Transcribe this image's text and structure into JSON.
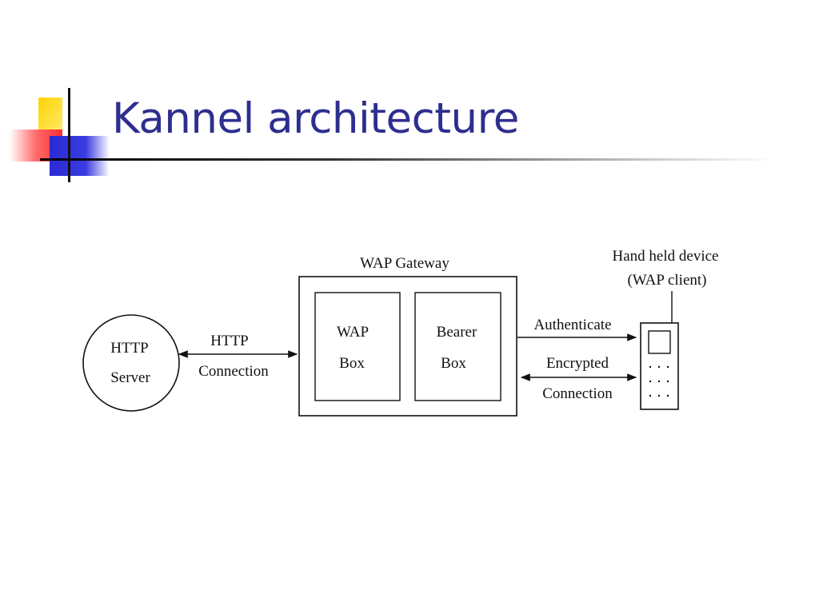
{
  "slide": {
    "title": "Kannel architecture"
  },
  "diagram": {
    "http_server": {
      "line1": "HTTP",
      "line2": "Server"
    },
    "http_connection": {
      "line1": "HTTP",
      "line2": "Connection"
    },
    "wap_gateway": {
      "label": "WAP Gateway"
    },
    "wap_box": {
      "line1": "WAP",
      "line2": "Box"
    },
    "bearer_box": {
      "line1": "Bearer",
      "line2": "Box"
    },
    "authenticate": {
      "label": "Authenticate"
    },
    "encrypted_connection": {
      "line1": "Encrypted",
      "line2": "Connection"
    },
    "handheld": {
      "line1": "Hand held device",
      "line2": "(WAP client)"
    }
  }
}
